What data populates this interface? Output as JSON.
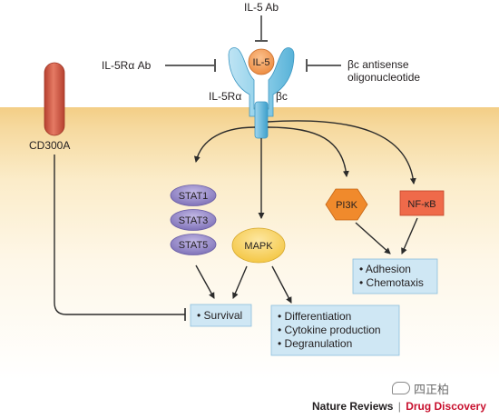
{
  "ligand": {
    "label": "IL-5"
  },
  "inhibitors": {
    "il5_ab": "IL-5 Ab",
    "il5ra_ab": "IL-5Rα Ab",
    "bc_antisense_line1": "βc antisense",
    "bc_antisense_line2": "oligonucleotide"
  },
  "receptor": {
    "alpha_label": "IL-5Rα",
    "beta_label": "βc"
  },
  "cd300a": {
    "label": "CD300A"
  },
  "signals": {
    "stat1": "STAT1",
    "stat3": "STAT3",
    "stat5": "STAT5",
    "mapk": "MAPK",
    "pi3k": "PI3K",
    "nfkb": "NF-κB"
  },
  "outcomes": {
    "survival": [
      "• Survival"
    ],
    "differentiation": [
      "• Differentiation",
      "• Cytokine production",
      "• Degranulation"
    ],
    "adhesion": [
      "• Adhesion",
      "• Chemotaxis"
    ]
  },
  "credit": {
    "publisher": "Nature Reviews",
    "separator": "|",
    "journal": "Drug Discovery"
  },
  "watermark": {
    "text": "四正柏"
  },
  "colors": {
    "membrane": "#f3ce86",
    "receptor_blue": "#8fd0ea",
    "ligand_orange": "#f5a15c",
    "stat_purple": "#9a8fc8",
    "mapk_yellow": "#f9d66e",
    "pi3k_orange": "#f08a2c",
    "nfkb_red": "#ef6a4a",
    "outcome_box": "#cfe7f4",
    "cd300a_red": "#d85c4a",
    "journal_red": "#c8102e"
  }
}
